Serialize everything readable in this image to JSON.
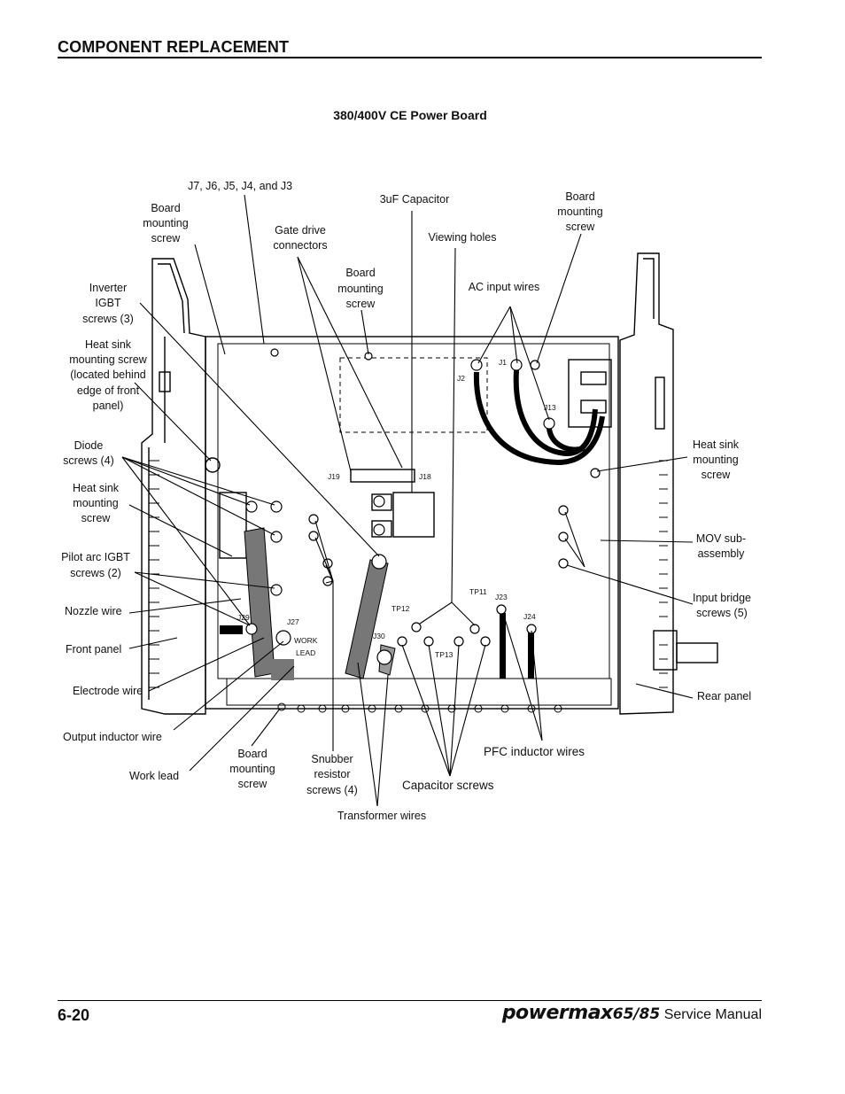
{
  "header": {
    "section_title": "COMPONENT REPLACEMENT"
  },
  "figure": {
    "title": "380/400V CE Power Board",
    "callouts": {
      "j_connectors": "J7, J6, J5, J4, and J3",
      "board_screw_tl_1": "Board",
      "board_screw_tl_2": "mounting",
      "board_screw_tl_3": "screw",
      "gate_drive_1": "Gate drive",
      "gate_drive_2": "connectors",
      "capacitor_3uf": "3uF Capacitor",
      "viewing_holes": "Viewing holes",
      "board_screw_tr_1": "Board",
      "board_screw_tr_2": "mounting",
      "board_screw_tr_3": "screw",
      "board_screw_tc_1": "Board",
      "board_screw_tc_2": "mounting",
      "board_screw_tc_3": "screw",
      "ac_input_wires": "AC input wires",
      "inverter_igbt_1": "Inverter",
      "inverter_igbt_2": "IGBT",
      "inverter_igbt_3": "screws (3)",
      "hs_front_1": "Heat sink",
      "hs_front_2": "mounting screw",
      "hs_front_3": "(located behind",
      "hs_front_4": "edge of front",
      "hs_front_5": "panel)",
      "diode_1": "Diode",
      "diode_2": "screws (4)",
      "hs_left_1": "Heat sink",
      "hs_left_2": "mounting",
      "hs_left_3": "screw",
      "pilot_arc_1": "Pilot arc IGBT",
      "pilot_arc_2": "screws (2)",
      "nozzle_wire": "Nozzle wire",
      "front_panel": "Front panel",
      "electrode_wire": "Electrode wire",
      "output_inductor_wire": "Output inductor wire",
      "work_lead": "Work lead",
      "board_screw_b_1": "Board",
      "board_screw_b_2": "mounting",
      "board_screw_b_3": "screw",
      "snubber_1": "Snubber",
      "snubber_2": "resistor",
      "snubber_3": "screws (4)",
      "transformer_wires": "Transformer wires",
      "capacitor_screws": "Capacitor screws",
      "pfc_inductor_wires": "PFC inductor wires",
      "hs_right_1": "Heat sink",
      "hs_right_2": "mounting",
      "hs_right_3": "screw",
      "mov_1": "MOV sub-",
      "mov_2": "assembly",
      "input_bridge_1": "Input bridge",
      "input_bridge_2": "screws (5)",
      "rear_panel": "Rear panel"
    },
    "board_labels": {
      "j1": "J1",
      "j2": "J2",
      "j13": "J13",
      "j19": "J19",
      "j18": "J18",
      "j29": "J29",
      "j27": "J27",
      "j30": "J30",
      "j23": "J23",
      "j24": "J24",
      "tp11": "TP11",
      "tp12": "TP12",
      "tp13": "TP13",
      "work_lead_1": "WORK",
      "work_lead_2": "LEAD"
    }
  },
  "footer": {
    "page_number": "6-20",
    "brand": "powermax",
    "model": "65/85",
    "manual": "Service Manual"
  }
}
